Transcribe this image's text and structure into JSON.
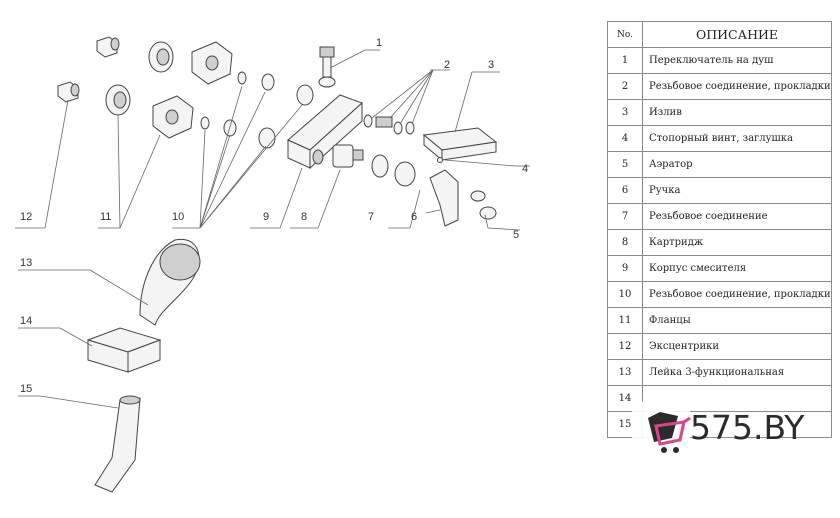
{
  "table": {
    "headers": [
      "No.",
      "ОПИСАНИЕ"
    ],
    "rows": [
      {
        "no": "1",
        "desc": "Переключатель на душ"
      },
      {
        "no": "2",
        "desc": "Резьбовое соединение, прокладки"
      },
      {
        "no": "3",
        "desc": "Излив"
      },
      {
        "no": "4",
        "desc": "Стопорный винт, заглушка"
      },
      {
        "no": "5",
        "desc": "Аэратор"
      },
      {
        "no": "6",
        "desc": "Ручка"
      },
      {
        "no": "7",
        "desc": "Резьбовое соединение"
      },
      {
        "no": "8",
        "desc": "Картридж"
      },
      {
        "no": "9",
        "desc": "Корпус смесителя"
      },
      {
        "no": "10",
        "desc": "Резьбовое соединение, прокладки"
      },
      {
        "no": "11",
        "desc": "Фланцы"
      },
      {
        "no": "12",
        "desc": "Эксцентрики"
      },
      {
        "no": "13",
        "desc": "Лейка 3-функциональная"
      },
      {
        "no": "14",
        "desc": ""
      },
      {
        "no": "15",
        "desc": ""
      }
    ]
  },
  "callouts": [
    "1",
    "2",
    "3",
    "4",
    "5",
    "6",
    "7",
    "8",
    "9",
    "10",
    "11",
    "12",
    "13",
    "14",
    "15"
  ],
  "brand": {
    "text": "575.BY",
    "icon": "cart-logo-icon",
    "colors": {
      "logo_dark": "#2b2b2b",
      "logo_accent": "#e0428a"
    }
  }
}
